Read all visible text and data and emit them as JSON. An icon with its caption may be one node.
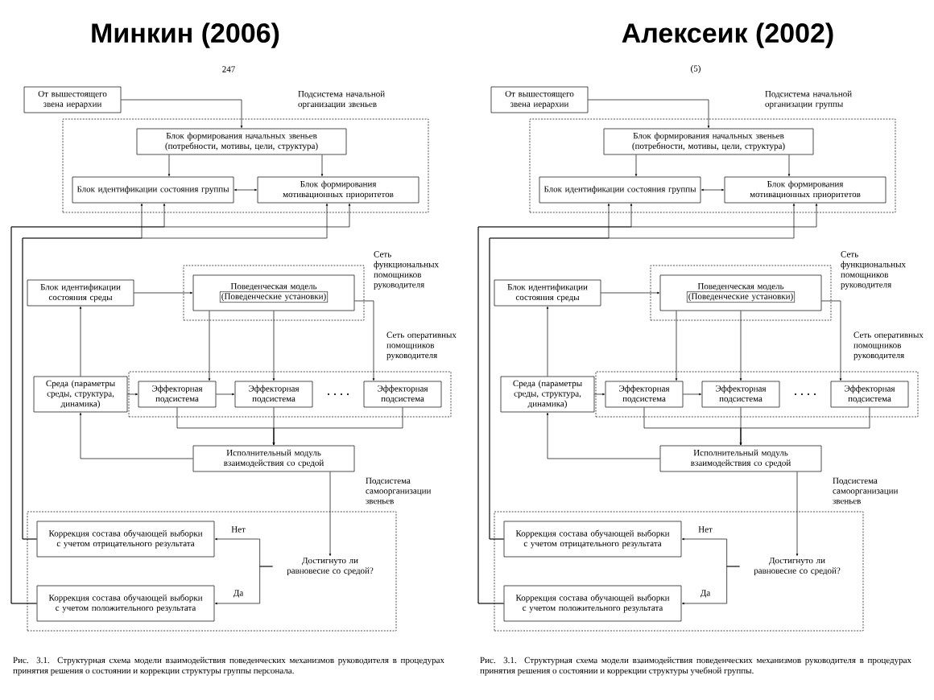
{
  "diagram": {
    "nodes": [
      {
        "text": [
          "От вышестоящего звена иерархии"
        ]
      },
      {
        "text": [
          "Подсистема начальной организации звеньев"
        ]
      },
      {
        "text": [
          "Блок формирования начальных звеньев (потребности, мотивы, цели, структура)"
        ],
        "in": 1
      },
      {
        "text": [
          "Блок идентификации состояния группы"
        ],
        "in": 1
      },
      {
        "text": [
          "Блок формирования мотивационных приоритетов"
        ],
        "in": 1
      },
      {
        "text": [
          "Сеть функциональных помощников руководителя"
        ]
      },
      {
        "text": [
          "Блок идентификации состояния среды"
        ]
      },
      {
        "text": [
          "Поведенческая модель",
          "(Поведенческие установки)"
        ],
        "in": 5
      },
      {
        "text": [
          "Сеть оперативных помощников руководителя"
        ]
      },
      {
        "text": [
          "Среда (параметры среды, структура, динамика)"
        ]
      },
      {
        "text": [
          "Эффекторная подсистема"
        ],
        "in": 8
      },
      {
        "text": [
          "Эффекторная подсистема"
        ],
        "in": 8
      },
      {
        "text": [
          "Эффекторная подсистема"
        ],
        "in": 8
      },
      {
        "text": [
          "Исполнительный модуль взаимодействия со средой"
        ]
      },
      {
        "text": [
          "Подсистема самоорганизации звеньев"
        ]
      },
      {
        "text": [
          "Коррекция состава обучающей выборки с учетом отрицательного результата"
        ],
        "in": 14
      },
      {
        "text": [
          "Коррекция состава обучающей выборки с учетом положительного результата"
        ],
        "in": 14
      },
      {
        "text": [
          "Достигнуто ли равновесие со средой?"
        ],
        "in": 14
      },
      {
        "text": [
          "От вышестоящего звена иерархии"
        ]
      },
      {
        "text": [
          "Подсистема начальной организации группы"
        ]
      },
      {
        "text": [
          "Блок формирования начальных звеньев (потребности, мотивы, цели, структура)"
        ],
        "in": 19
      },
      {
        "text": [
          "Блок идентификации состояния группы"
        ],
        "in": 19
      },
      {
        "text": [
          "Блок формирования мотивационных приоритетов"
        ],
        "in": 19
      },
      {
        "text": [
          "Сеть функциональных помощников руководителя"
        ]
      },
      {
        "text": [
          "Блок идентификации состояния среды"
        ]
      },
      {
        "text": [
          "Поведенческая модель",
          "(Поведенческие установки)"
        ],
        "in": 23
      },
      {
        "text": [
          "Сеть оперативных помощников руководителя"
        ]
      },
      {
        "text": [
          "Среда (параметры среды, структура, динамика)"
        ]
      },
      {
        "text": [
          "Эффекторная подсистема"
        ],
        "in": 26
      },
      {
        "text": [
          "Эффекторная подсистема"
        ],
        "in": 26
      },
      {
        "text": [
          "Эффекторная подсистема"
        ],
        "in": 26
      },
      {
        "text": [
          "Исполнительный модуль взаимодействия со средой"
        ]
      },
      {
        "text": [
          "Подсистема самоорганизации звеньев"
        ]
      },
      {
        "text": [
          "Коррекция состава обучающей выборки с учетом отрицательного результата"
        ],
        "in": 32
      },
      {
        "text": [
          "Коррекция состава обучающей выборки с учетом положительного результата"
        ],
        "in": 32
      },
      {
        "text": [
          "Достигнуто ли равновесие со средой?"
        ],
        "in": 32
      }
    ],
    "edges": [
      {
        "from": 0,
        "to": 2,
        "arrow": "to"
      },
      {
        "from": 2,
        "to": 3,
        "arrow": "to"
      },
      {
        "from": 2,
        "to": 4,
        "arrow": "to"
      },
      {
        "from": 3,
        "to": 4,
        "arrow": "both"
      },
      {
        "from": 6,
        "to": 7,
        "arrow": "to"
      },
      {
        "from": 9,
        "to": 6,
        "arrow": "to"
      },
      {
        "from": 7,
        "to": 10,
        "arrow": "to"
      },
      {
        "from": 7,
        "to": 11,
        "arrow": "to"
      },
      {
        "from": 7,
        "to": 12,
        "arrow": "to"
      },
      {
        "from": 9,
        "to": 10,
        "arrow": "to"
      },
      {
        "from": 10,
        "to": 11,
        "arrow": "to"
      },
      {
        "from": 10,
        "to": 13,
        "arrow": "to"
      },
      {
        "from": 11,
        "to": 13,
        "arrow": "to"
      },
      {
        "from": 12,
        "to": 13,
        "arrow": "to"
      },
      {
        "from": 13,
        "to": 9,
        "arrow": "to"
      },
      {
        "from": 13,
        "to": 17,
        "arrow": "to"
      },
      {
        "from": 17,
        "to": 15,
        "arrow": "to",
        "label": "Нет"
      },
      {
        "from": 17,
        "to": 16,
        "arrow": "to",
        "label": "Да"
      },
      {
        "from": 15,
        "to": 3,
        "arrow": "to"
      },
      {
        "from": 15,
        "to": 4,
        "arrow": "to"
      },
      {
        "from": 16,
        "to": 3,
        "arrow": "to"
      },
      {
        "from": 16,
        "to": 4,
        "arrow": "to"
      },
      {
        "from": 18,
        "to": 20,
        "arrow": "to"
      },
      {
        "from": 20,
        "to": 21,
        "arrow": "to"
      },
      {
        "from": 20,
        "to": 22,
        "arrow": "to"
      },
      {
        "from": 21,
        "to": 22,
        "arrow": "both"
      },
      {
        "from": 24,
        "to": 25,
        "arrow": "to"
      },
      {
        "from": 27,
        "to": 24,
        "arrow": "to"
      },
      {
        "from": 25,
        "to": 28,
        "arrow": "to"
      },
      {
        "from": 25,
        "to": 29,
        "arrow": "to"
      },
      {
        "from": 25,
        "to": 30,
        "arrow": "to"
      },
      {
        "from": 27,
        "to": 28,
        "arrow": "to"
      },
      {
        "from": 28,
        "to": 29,
        "arrow": "to"
      },
      {
        "from": 28,
        "to": 31,
        "arrow": "to"
      },
      {
        "from": 29,
        "to": 31,
        "arrow": "to"
      },
      {
        "from": 30,
        "to": 31,
        "arrow": "to"
      },
      {
        "from": 31,
        "to": 27,
        "arrow": "to"
      },
      {
        "from": 31,
        "to": 35,
        "arrow": "to"
      },
      {
        "from": 35,
        "to": 33,
        "arrow": "to",
        "label": "Нет"
      },
      {
        "from": 35,
        "to": 34,
        "arrow": "to",
        "label": "Да"
      },
      {
        "from": 33,
        "to": 21,
        "arrow": "to"
      },
      {
        "from": 33,
        "to": 22,
        "arrow": "to"
      },
      {
        "from": 34,
        "to": 21,
        "arrow": "to"
      },
      {
        "from": 34,
        "to": 22,
        "arrow": "to"
      }
    ],
    "labels": [
      "Минкин (2006)",
      "Алексеик (2002)",
      "247",
      "Рис. 3.1. Структурная схема модели взаимодействия поведенческих механизмов руководителя в процедурах принятия решения о состоянии и коррекции структуры группы персонала.",
      "(5)",
      "Рис. 3.1. Структурная схема модели взаимодействия поведенческих механизмов руководителя в процедурах принятия решения о состоянии и коррекции структуры учебной группы."
    ]
  }
}
